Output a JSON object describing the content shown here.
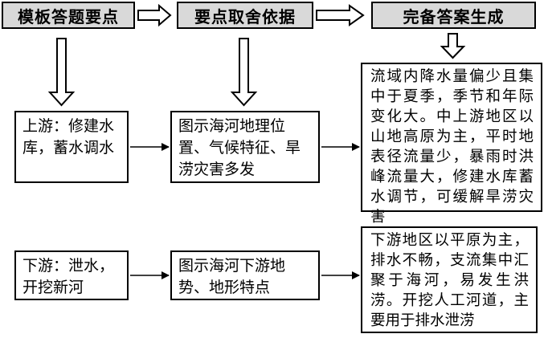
{
  "header": {
    "step1": "模板答题要点",
    "step2": "要点取舍依据",
    "step3": "完备答案生成"
  },
  "rows": [
    {
      "id": "upstream",
      "template_point": "上游：修建水库，蓄水调水",
      "basis": "图示海河地理位置、气候特征、旱涝灾害多发",
      "answer": "流域内降水量偏少且集中于夏季，季节和年际变化大。中上游地区以山地高原为主，平时地表径流量少，暴雨时洪峰流量大，修建水库蓄水调节，可缓解旱涝灾害"
    },
    {
      "id": "downstream",
      "template_point": "下游：泄水，开挖新河",
      "basis": "图示海河下游地势、地形特点",
      "answer": "下游地区以平原为主，排水不畅，支流集中汇聚于海河，易发生洪涝。开挖人工河道，主要用于排水泄涝"
    }
  ]
}
